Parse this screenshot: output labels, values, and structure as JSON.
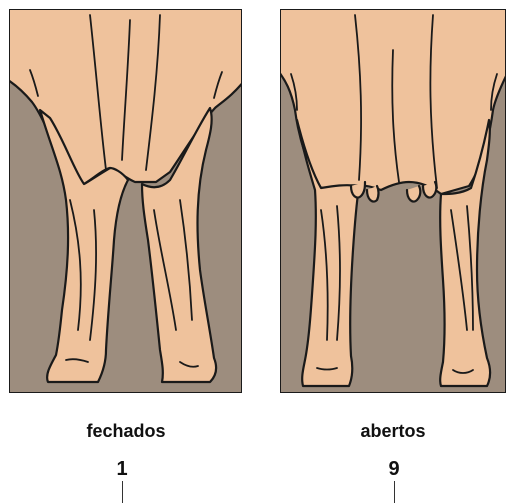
{
  "panels": [
    {
      "label": "fechados",
      "score": "1"
    },
    {
      "label": "abertos",
      "score": "9"
    }
  ],
  "colors": {
    "skin": "#efc29c",
    "background": "#9d8d7e",
    "outline": "#1a1a1a"
  }
}
